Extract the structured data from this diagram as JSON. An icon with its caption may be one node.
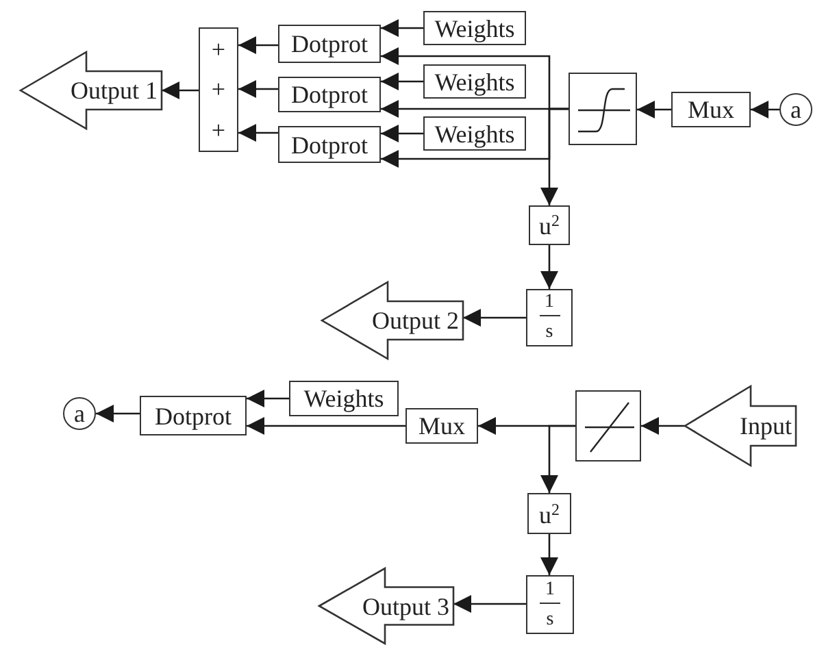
{
  "diagram": {
    "nodes": [
      {
        "text": [
          "Output 1"
        ]
      },
      {
        "text": [
          "+",
          "+",
          "+"
        ]
      },
      {
        "text": [
          "Dotprot"
        ]
      },
      {
        "text": [
          "Weights"
        ]
      },
      {
        "text": [
          "Dotprot"
        ]
      },
      {
        "text": [
          "Weights"
        ]
      },
      {
        "text": [
          "Dotprot"
        ]
      },
      {
        "text": [
          "Weights"
        ]
      },
      {
        "text": [],
        "shape": "box"
      },
      {
        "text": [
          "Mux"
        ]
      },
      {
        "text": [
          "a"
        ]
      },
      {
        "text": [
          "u$^{2}$"
        ]
      },
      {
        "text": [
          "1",
          "s"
        ]
      },
      {
        "text": [
          "Output 2"
        ]
      },
      {
        "text": [
          "a"
        ]
      },
      {
        "text": [
          "Dotprot"
        ]
      },
      {
        "text": [
          "Weights"
        ]
      },
      {
        "text": [
          "Mux"
        ]
      },
      {
        "text": [],
        "shape": "box"
      },
      {
        "text": [
          "Input"
        ]
      },
      {
        "text": [
          "u$^{2}$"
        ]
      },
      {
        "text": [
          "1",
          "s"
        ]
      },
      {
        "text": [
          "Output 3"
        ]
      }
    ],
    "edges": [
      {
        "from": 3,
        "to": 2,
        "arrow": "to"
      },
      {
        "from": 5,
        "to": 4,
        "arrow": "to"
      },
      {
        "from": 7,
        "to": 6,
        "arrow": "to"
      },
      {
        "from": 8,
        "to": 2,
        "arrow": "to"
      },
      {
        "from": 8,
        "to": 4,
        "arrow": "to"
      },
      {
        "from": 8,
        "to": 6,
        "arrow": "to"
      },
      {
        "from": 8,
        "to": 11,
        "arrow": "to"
      },
      {
        "from": 2,
        "to": 1,
        "arrow": "to"
      },
      {
        "from": 4,
        "to": 1,
        "arrow": "to"
      },
      {
        "from": 6,
        "to": 1,
        "arrow": "to"
      },
      {
        "from": 1,
        "to": 0,
        "arrow": "to"
      },
      {
        "from": 9,
        "to": 8,
        "arrow": "to"
      },
      {
        "from": 10,
        "to": 9,
        "arrow": "to"
      },
      {
        "from": 11,
        "to": 12,
        "arrow": "to"
      },
      {
        "from": 12,
        "to": 13,
        "arrow": "to"
      },
      {
        "from": 19,
        "to": 18,
        "arrow": "to"
      },
      {
        "from": 18,
        "to": 17,
        "arrow": "to"
      },
      {
        "from": 18,
        "to": 20,
        "arrow": "to"
      },
      {
        "from": 20,
        "to": 21,
        "arrow": "to"
      },
      {
        "from": 21,
        "to": 22,
        "arrow": "to"
      },
      {
        "from": 17,
        "to": 15,
        "arrow": "to"
      },
      {
        "from": 16,
        "to": 15,
        "arrow": "to"
      },
      {
        "from": 15,
        "to": 14,
        "arrow": "to"
      }
    ]
  }
}
